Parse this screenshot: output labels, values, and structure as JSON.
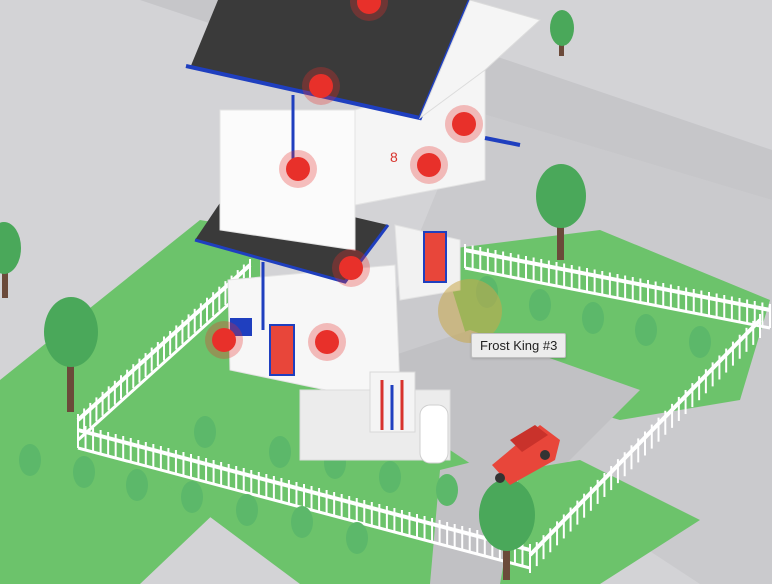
{
  "tooltip": {
    "text": "Frost King #3"
  },
  "colors": {
    "background": "#d3d3d6",
    "road": "#c4c4c7",
    "lawn": "#6cc36b",
    "shrub": "#5cb86a",
    "tree_canopy": "#4aa85a",
    "tree_trunk": "#6b4a3a",
    "roof": "#3a3a3a",
    "wall": "#ffffff",
    "trim_blue": "#1f3fbf",
    "hotspot_red": "#e8302a",
    "hotspot_active": "#c9a84a",
    "car": "#e8463a"
  },
  "hotspots": [
    {
      "name": "roof-peak",
      "active": false
    },
    {
      "name": "attic-vent",
      "active": false
    },
    {
      "name": "gable-window",
      "active": false
    },
    {
      "name": "upper-wall-left",
      "active": false
    },
    {
      "name": "upper-wall-right",
      "active": false
    },
    {
      "name": "porch-roof",
      "active": false
    },
    {
      "name": "side-window",
      "active": false
    },
    {
      "name": "front-door",
      "active": false
    },
    {
      "name": "garage-vent",
      "active": true
    }
  ]
}
